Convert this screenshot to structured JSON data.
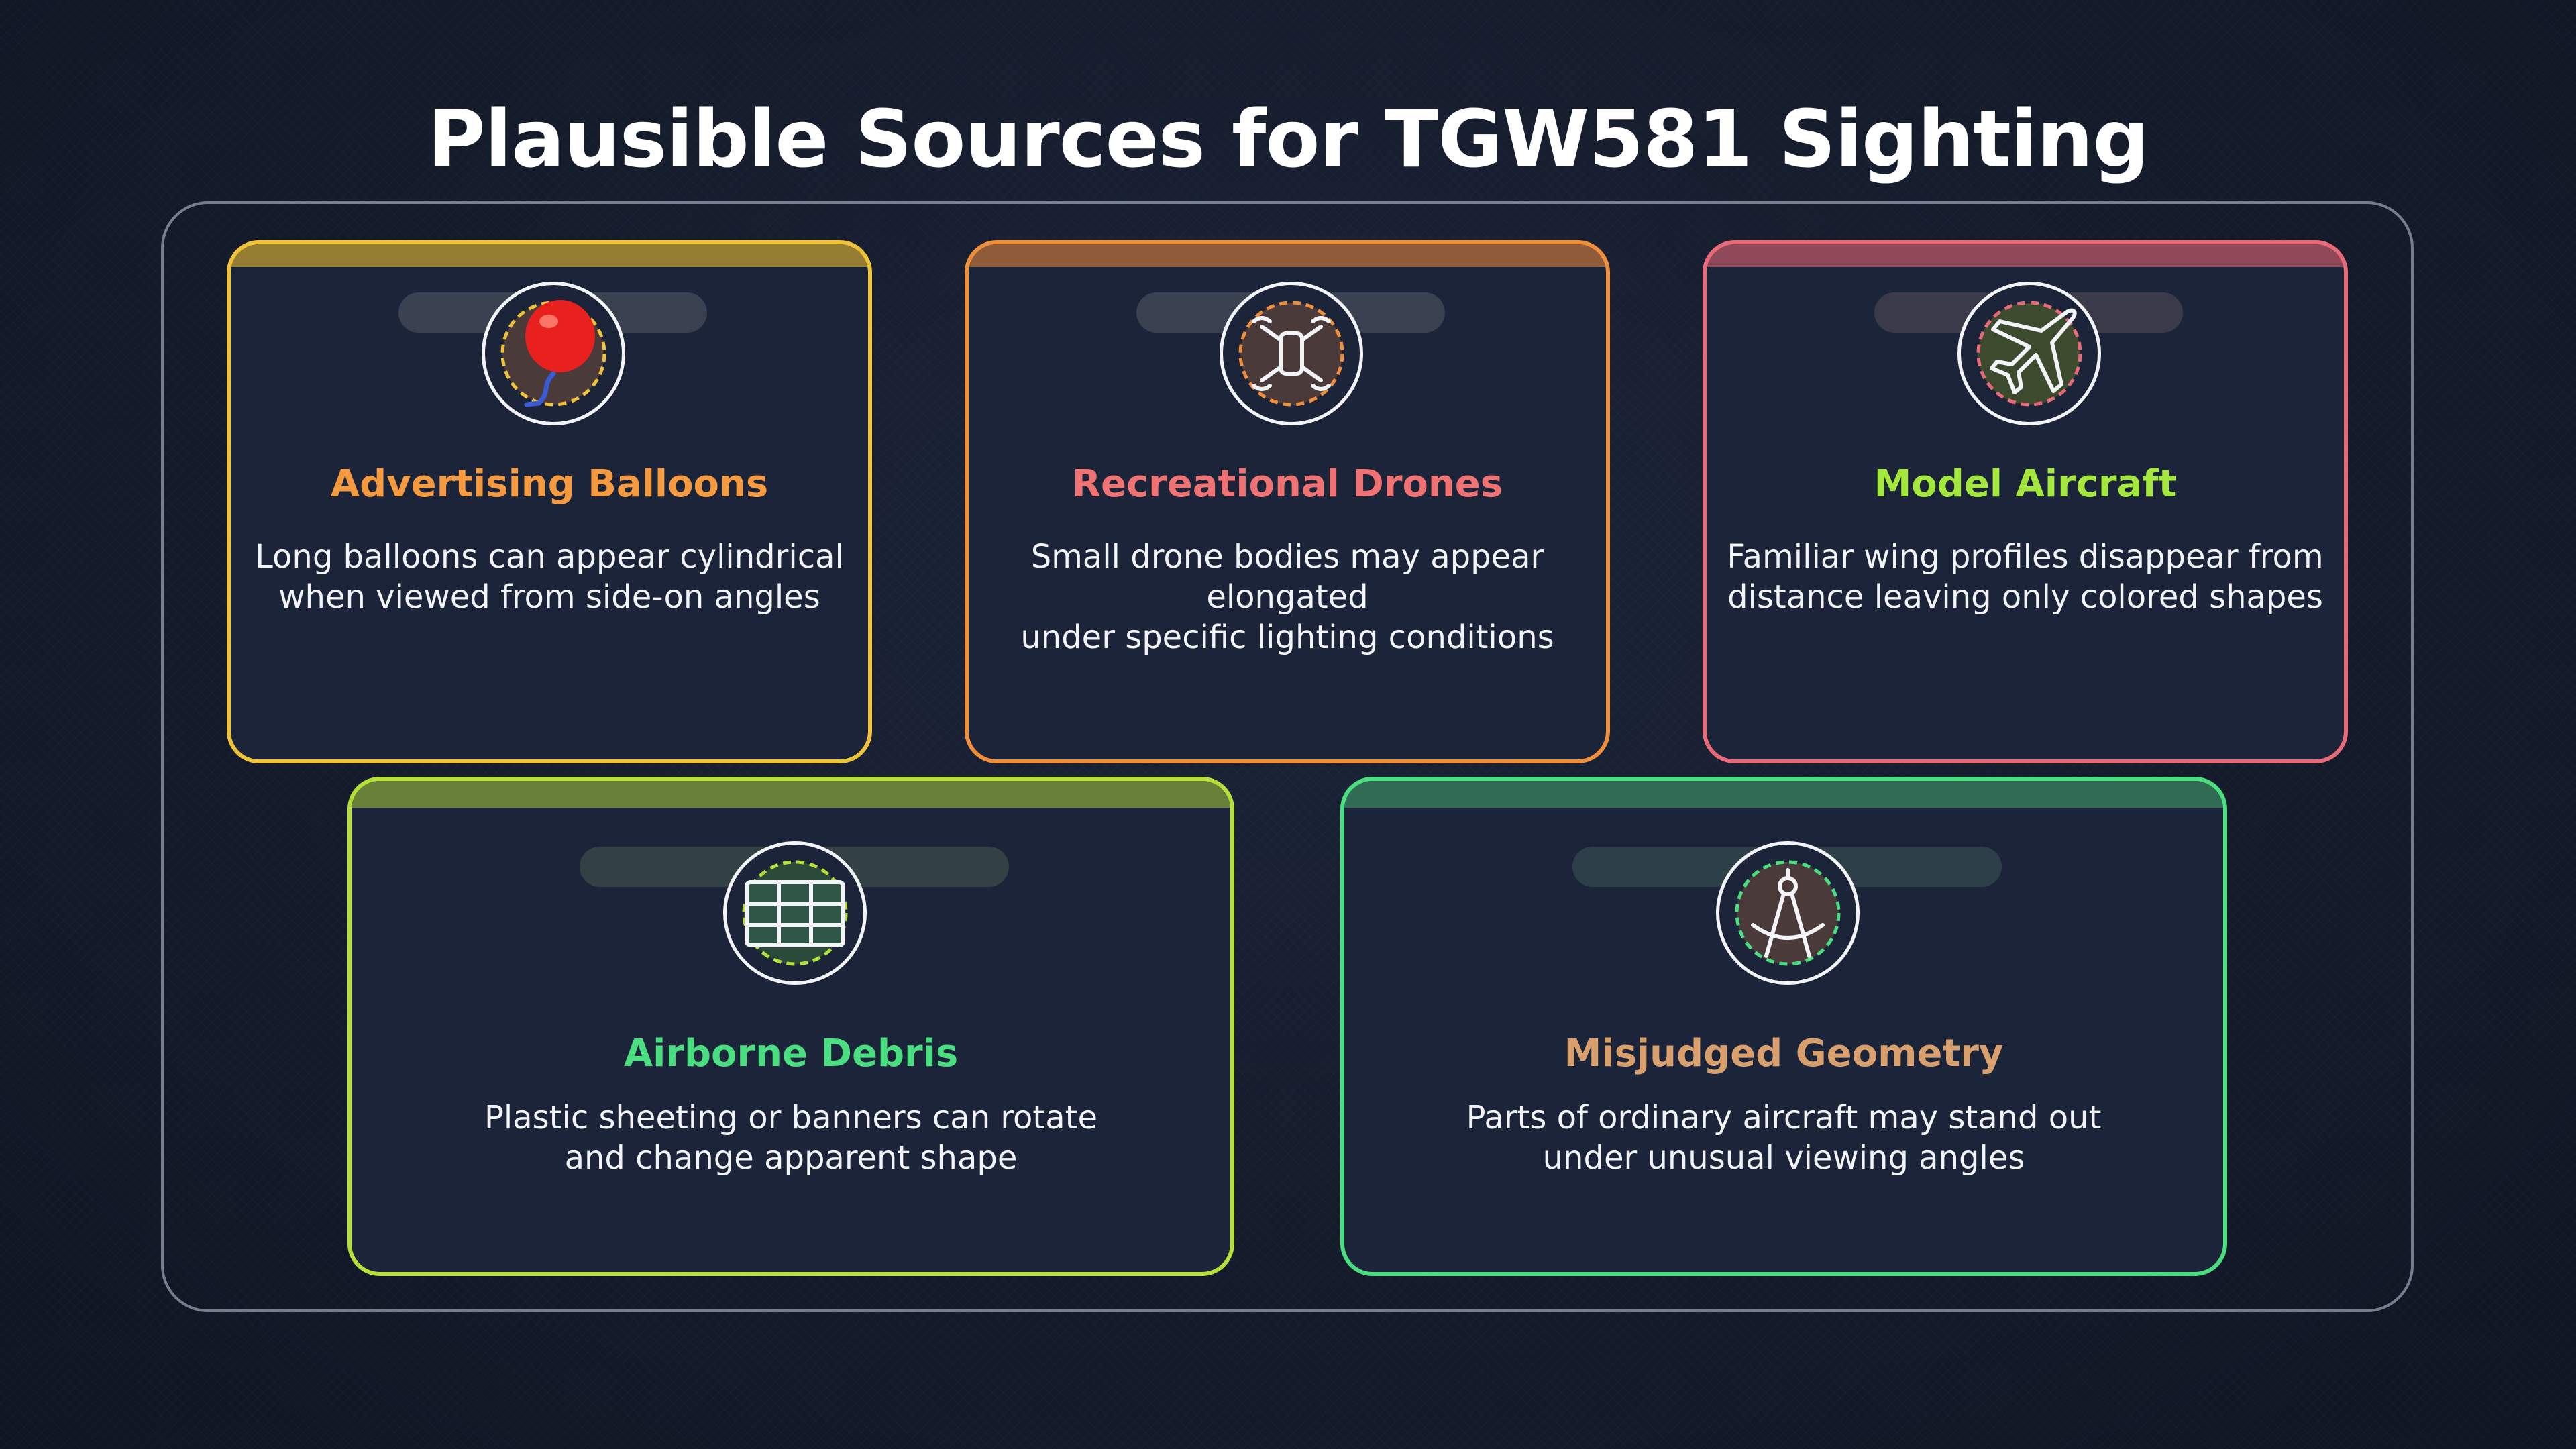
{
  "title": "Plausible Sources for TGW581 Sighting",
  "colors": {
    "balloons": "#f0c23a",
    "balloons_title": "#f59a3e",
    "drones": "#ef8f3c",
    "drones_title": "#f07272",
    "aircraft": "#e86a78",
    "aircraft_title": "#a4e83e",
    "debris": "#b5e03a",
    "debris_title": "#4ade80",
    "geometry": "#4ade80",
    "geometry_title": "#d9a06e"
  },
  "cards": [
    {
      "icon": "balloon-icon",
      "title": "Advertising Balloons",
      "desc": "Long balloons can appear cylindrical\nwhen viewed from side-on angles"
    },
    {
      "icon": "drone-icon",
      "title": "Recreational Drones",
      "desc": "Small drone bodies may appear elongated\nunder specific lighting conditions"
    },
    {
      "icon": "airplane-icon",
      "title": "Model Aircraft",
      "desc": "Familiar wing profiles disappear from\ndistance leaving only colored shapes"
    },
    {
      "icon": "grid-icon",
      "title": "Airborne Debris",
      "desc": "Plastic sheeting or banners can rotate\nand change apparent shape"
    },
    {
      "icon": "compass-icon",
      "title": "Misjudged Geometry",
      "desc": "Parts of ordinary aircraft may stand out\nunder unusual viewing angles"
    }
  ]
}
